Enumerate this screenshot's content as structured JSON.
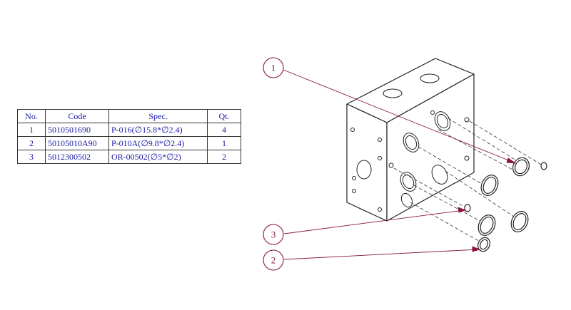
{
  "table": {
    "headers": [
      "No.",
      "Code",
      "Spec.",
      "Qt."
    ],
    "rows": [
      {
        "no": "1",
        "code": "5010501690",
        "spec": "P-016(∅15.8*∅2.4)",
        "qt": "4"
      },
      {
        "no": "2",
        "code": "50105010A90",
        "spec": "P-010A(∅9.8*∅2.4)",
        "qt": "1"
      },
      {
        "no": "3",
        "code": "5012300502",
        "spec": "OR-00502(∅5*∅2)",
        "qt": "2"
      }
    ]
  },
  "callouts": [
    {
      "label": "1"
    },
    {
      "label": "3"
    },
    {
      "label": "2"
    }
  ],
  "colors": {
    "table_text": "#1a1aa6",
    "callout": "#8a1540",
    "line": "#222222"
  }
}
